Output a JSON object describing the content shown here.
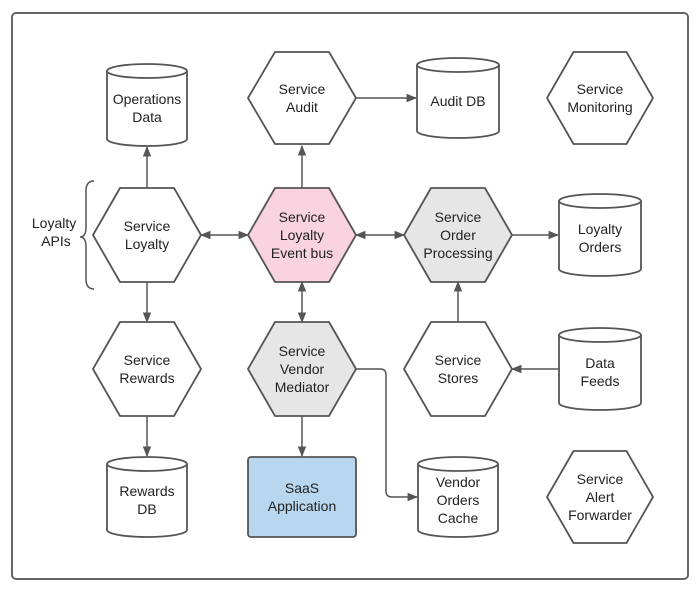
{
  "colors": {
    "stroke": "#555555",
    "hex_default": "#ffffff",
    "hex_gray": "#e6e6e6",
    "hex_pink": "#f9d3df",
    "saas_blue": "#b8d7ef",
    "saas_border": "#555555"
  },
  "labels": {
    "loyalty_apis": [
      "Loyalty",
      "APIs"
    ],
    "operations_data": [
      "Operations",
      "Data"
    ],
    "service_audit": [
      "Service",
      "Audit"
    ],
    "audit_db": [
      "Audit DB"
    ],
    "service_monitoring": [
      "Service",
      "Monitoring"
    ],
    "service_loyalty": [
      "Service",
      "Loyalty"
    ],
    "event_bus": [
      "Service",
      "Loyalty",
      "Event bus"
    ],
    "order_processing": [
      "Service",
      "Order",
      "Processing"
    ],
    "loyalty_orders": [
      "Loyalty",
      "Orders"
    ],
    "service_rewards": [
      "Service",
      "Rewards"
    ],
    "vendor_mediator": [
      "Service",
      "Vendor",
      "Mediator"
    ],
    "service_stores": [
      "Service",
      "Stores"
    ],
    "data_feeds": [
      "Data",
      "Feeds"
    ],
    "rewards_db": [
      "Rewards",
      "DB"
    ],
    "saas_application": [
      "SaaS",
      "Application"
    ],
    "vendor_orders_cache": [
      "Vendor",
      "Orders",
      "Cache"
    ],
    "alert_forwarder": [
      "Service",
      "Alert",
      "Forwarder"
    ]
  }
}
